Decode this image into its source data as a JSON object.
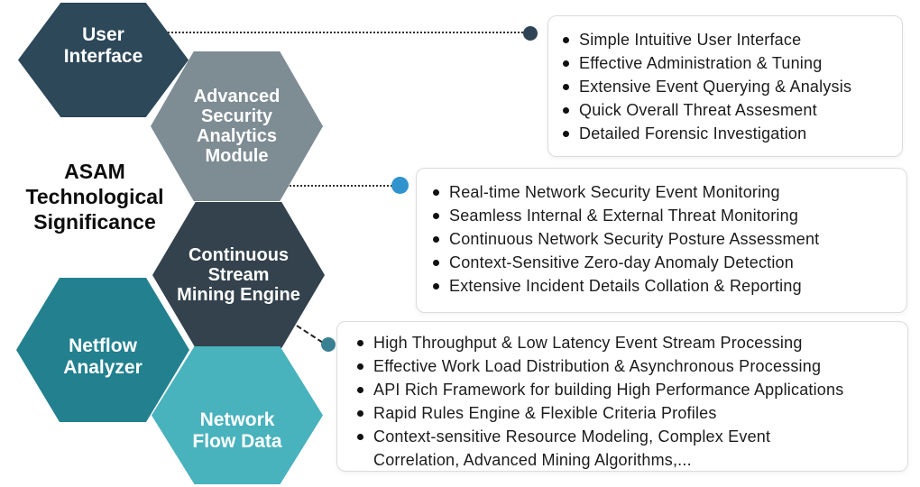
{
  "diagram": {
    "title": "ASAM Technological Significance",
    "hexagons": [
      {
        "id": "user-interface",
        "label": "User\nInterface",
        "color": "#2d4859"
      },
      {
        "id": "advanced-security-analytics-module",
        "label": "Advanced\nSecurity\nAnalytics\nModule",
        "color": "#7e8c94"
      },
      {
        "id": "continuous-stream-mining-engine",
        "label": "Continuous\nStream\nMining Engine",
        "color": "#33424c"
      },
      {
        "id": "netflow-analyzer",
        "label": "Netflow\nAnalyzer",
        "color": "#22808f"
      },
      {
        "id": "network-flow-data",
        "label": "Network\nFlow Data",
        "color": "#48b2bd"
      }
    ],
    "connectors": [
      {
        "from": "user-interface",
        "to": "ui-features",
        "line_style": "dotted",
        "dot_color": "#2e4455"
      },
      {
        "from": "advanced-security-analytics-module",
        "to": "monitoring-features",
        "line_style": "dotted",
        "dot_color": "#3193cd"
      },
      {
        "from": "continuous-stream-mining-engine",
        "to": "processing-features",
        "line_style": "dashed",
        "dot_color": "#3a8093"
      }
    ],
    "boxes": [
      {
        "id": "ui-features",
        "items": [
          "Simple Intuitive User Interface",
          "Effective Administration & Tuning",
          "Extensive Event Querying & Analysis",
          "Quick Overall Threat Assesment",
          "Detailed Forensic Investigation"
        ]
      },
      {
        "id": "monitoring-features",
        "items": [
          "Real-time Network Security Event Monitoring",
          "Seamless Internal & External Threat Monitoring",
          "Continuous Network Security Posture Assessment",
          "Context-Sensitive Zero-day Anomaly Detection",
          "Extensive Incident Details Collation & Reporting"
        ]
      },
      {
        "id": "processing-features",
        "items": [
          "High Throughput & Low Latency Event Stream Processing",
          "Effective Work Load Distribution & Asynchronous Processing",
          "API Rich Framework for building High Performance Applications",
          "Rapid Rules Engine & Flexible Criteria Profiles",
          "Context-sensitive Resource Modeling, Complex Event Correlation, Advanced Mining Algorithms,..."
        ]
      }
    ]
  }
}
